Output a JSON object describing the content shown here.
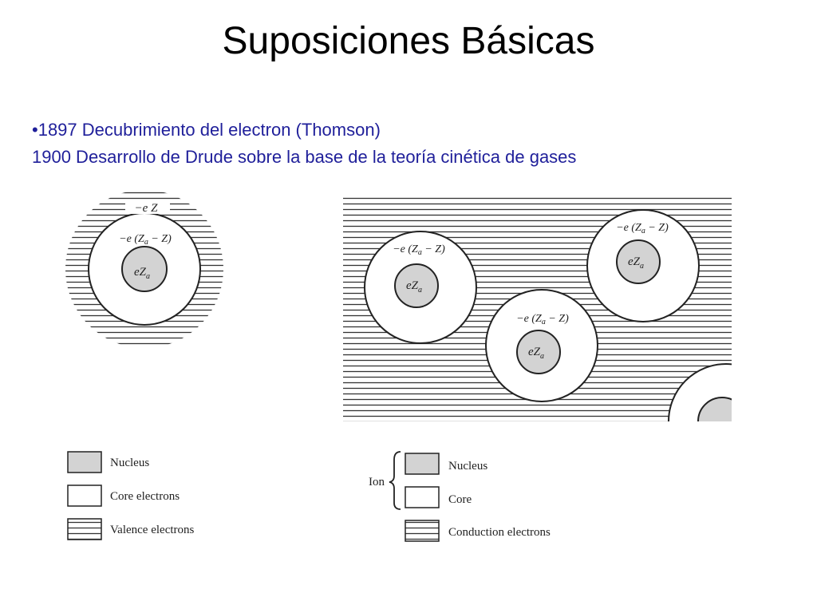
{
  "slide": {
    "title": "Suposiciones Básicas",
    "bullet_1": "•1897 Decubrimiento del electron (Thomson)",
    "bullet_2": "1900 Desarrollo de Drude sobre la base de la teoría cinética de gases"
  },
  "left_diagram": {
    "outer_label": "−e Z",
    "core_label": "−e (Z",
    "core_label_sub": "a",
    "core_label_tail": " − Z)",
    "nucleus_label": "eZ",
    "nucleus_label_sub": "a"
  },
  "right_diagram": {
    "core_label": "−e (Z",
    "core_label_sub": "a",
    "core_label_tail": " − Z)",
    "nucleus_label": "eZ",
    "nucleus_label_sub": "a"
  },
  "left_legend": {
    "nucleus": "Nucleus",
    "core": "Core electrons",
    "valence": "Valence electrons"
  },
  "right_legend": {
    "ion": "Ion",
    "nucleus": "Nucleus",
    "core": "Core",
    "conduction": "Conduction electrons"
  },
  "colors": {
    "title": "#000000",
    "bullets": "#1f1f9a",
    "nucleus_fill": "#d3d3d3",
    "lines": "#333333"
  }
}
